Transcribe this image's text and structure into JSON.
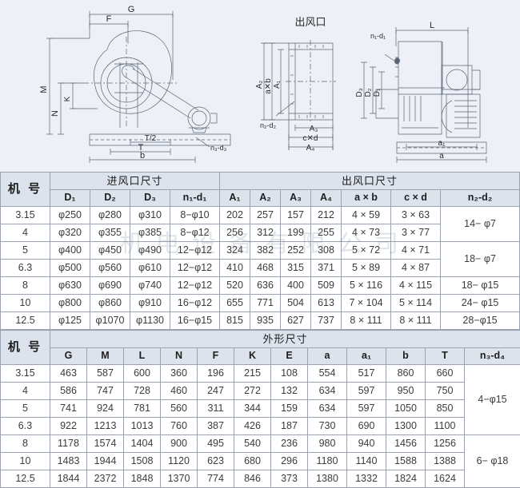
{
  "drawing": {
    "title_outlet": "出风口",
    "labels_front_view": [
      "G",
      "F",
      "M",
      "N",
      "K",
      "T",
      "T/2",
      "b",
      "n₃-d₃"
    ],
    "labels_outlet_view": [
      "A₂",
      "a×b",
      "A₁",
      "n₂-d₂",
      "A₃",
      "c×d",
      "A₄"
    ],
    "labels_side_view": [
      "L",
      "n₁-d₁",
      "D₃",
      "D₂",
      "D₁",
      "a₁",
      "a"
    ]
  },
  "watermark": "机 电 设 备 有 限 公 司",
  "table1": {
    "machine_header": "机 号",
    "group_inlet": "进风口尺寸",
    "group_outlet": "出风口尺寸",
    "columns": [
      "D₁",
      "D₂",
      "D₃",
      "n₁-d₁",
      "A₁",
      "A₂",
      "A₃",
      "A₄",
      "a × b",
      "c × d",
      "n₂-d₂"
    ],
    "rows": [
      {
        "machine": "3.15",
        "d1": "φ250",
        "d2": "φ280",
        "d3": "φ310",
        "n1d1": "8−φ10",
        "a1": "202",
        "a2": "257",
        "a3": "157",
        "a4": "212",
        "axb": "4 × 59",
        "cxd": "3 × 63"
      },
      {
        "machine": "4",
        "d1": "φ320",
        "d2": "φ355",
        "d3": "φ385",
        "n1d1": "8−φ12",
        "a1": "256",
        "a2": "312",
        "a3": "199",
        "a4": "255",
        "axb": "4 × 73",
        "cxd": "3 × 77"
      },
      {
        "machine": "5",
        "d1": "φ400",
        "d2": "φ450",
        "d3": "φ490",
        "n1d1": "12−φ12",
        "a1": "324",
        "a2": "382",
        "a3": "252",
        "a4": "308",
        "axb": "5 × 72",
        "cxd": "4 × 71"
      },
      {
        "machine": "6.3",
        "d1": "φ500",
        "d2": "φ560",
        "d3": "φ610",
        "n1d1": "12−φ12",
        "a1": "410",
        "a2": "468",
        "a3": "315",
        "a4": "371",
        "axb": "5 × 89",
        "cxd": "4 × 87"
      },
      {
        "machine": "8",
        "d1": "φ630",
        "d2": "φ690",
        "d3": "φ740",
        "n1d1": "12−φ12",
        "a1": "520",
        "a2": "636",
        "a3": "400",
        "a4": "509",
        "axb": "5 × 116",
        "cxd": "4 × 115"
      },
      {
        "machine": "10",
        "d1": "φ800",
        "d2": "φ860",
        "d3": "φ910",
        "n1d1": "16−φ12",
        "a1": "655",
        "a2": "771",
        "a3": "504",
        "a4": "613",
        "axb": "7 × 104",
        "cxd": "5 × 114"
      },
      {
        "machine": "12.5",
        "d1": "φ125",
        "d2": "φ1070",
        "d3": "φ1130",
        "n1d1": "16−φ15",
        "a1": "815",
        "a2": "935",
        "a3": "627",
        "a4": "737",
        "axb": "8 × 111",
        "cxd": "8 × 111"
      }
    ],
    "n2d2_groups": [
      {
        "value": "14− φ7",
        "span": 2
      },
      {
        "value": "18− φ7",
        "span": 2
      },
      {
        "value": "18− φ15",
        "span": 1
      },
      {
        "value": "24− φ15",
        "span": 1
      },
      {
        "value": "28−φ15",
        "span": 1
      }
    ]
  },
  "table2": {
    "machine_header": "机 号",
    "group_overall": "外形尺寸",
    "columns": [
      "G",
      "M",
      "L",
      "N",
      "F",
      "K",
      "E",
      "a",
      "a₁",
      "b",
      "T",
      "n₃-d₄"
    ],
    "rows": [
      {
        "machine": "3.15",
        "g": "463",
        "m": "587",
        "l": "600",
        "n": "360",
        "f": "196",
        "k": "215",
        "e": "108",
        "a": "554",
        "a1": "517",
        "b": "860",
        "t": "660"
      },
      {
        "machine": "4",
        "g": "586",
        "m": "747",
        "l": "728",
        "n": "460",
        "f": "247",
        "k": "272",
        "e": "132",
        "a": "634",
        "a1": "597",
        "b": "950",
        "t": "750"
      },
      {
        "machine": "5",
        "g": "741",
        "m": "924",
        "l": "781",
        "n": "560",
        "f": "311",
        "k": "344",
        "e": "159",
        "a": "634",
        "a1": "597",
        "b": "1050",
        "t": "850"
      },
      {
        "machine": "6.3",
        "g": "922",
        "m": "1213",
        "l": "1013",
        "n": "760",
        "f": "387",
        "k": "426",
        "e": "187",
        "a": "730",
        "a1": "690",
        "b": "1300",
        "t": "1100"
      },
      {
        "machine": "8",
        "g": "1178",
        "m": "1574",
        "l": "1404",
        "n": "900",
        "f": "495",
        "k": "540",
        "e": "236",
        "a": "980",
        "a1": "940",
        "b": "1456",
        "t": "1256"
      },
      {
        "machine": "10",
        "g": "1483",
        "m": "1944",
        "l": "1508",
        "n": "1120",
        "f": "623",
        "k": "680",
        "e": "296",
        "a": "1180",
        "a1": "1140",
        "b": "1588",
        "t": "1388"
      },
      {
        "machine": "12.5",
        "g": "1844",
        "m": "2372",
        "l": "1848",
        "n": "1370",
        "f": "774",
        "k": "846",
        "e": "373",
        "a": "1380",
        "a1": "1332",
        "b": "1824",
        "t": "1624"
      }
    ],
    "n3d4_groups": [
      {
        "value": "4−φ15",
        "span": 4
      },
      {
        "value": "6− φ18",
        "span": 3
      }
    ]
  }
}
